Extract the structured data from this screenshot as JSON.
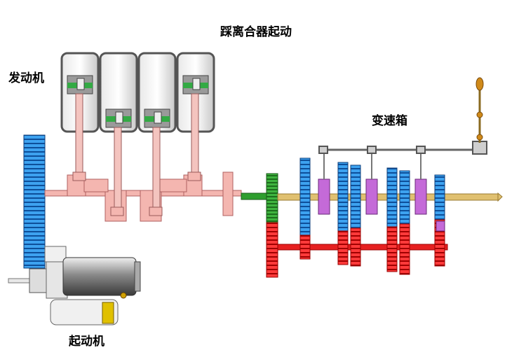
{
  "diagram": {
    "title": "踩离合器起动",
    "labels": {
      "engine": "发动机",
      "gearbox": "变速箱",
      "starter": "起动机"
    },
    "colors": {
      "crank": "#f4b6b0",
      "blue_gear": "#1f7fd0",
      "red_gear": "#e62020",
      "magenta_hub": "#c060d0",
      "green_shaft": "#2e9e2e",
      "shaft_tan": "#d9b86a",
      "cylinder": "#c8c8c8",
      "piston": "#909090",
      "lever_knob": "#d08a1a"
    }
  }
}
